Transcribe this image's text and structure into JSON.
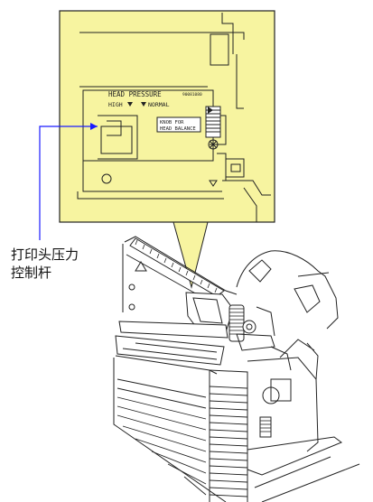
{
  "callout": {
    "line1": "打印头压力",
    "line2": "控制杆"
  },
  "inset_panel": {
    "title": "HEAD PRESSURE",
    "high": "HIGH",
    "normal": "NORMAL",
    "code": "90081080",
    "knob_line1": "KNOB FOR",
    "knob_line2": "HEAD BALANCE"
  },
  "colors": {
    "inset_fill": "#F7F4A0",
    "leader_line": "#1a1aff",
    "line_art": "#222222"
  }
}
